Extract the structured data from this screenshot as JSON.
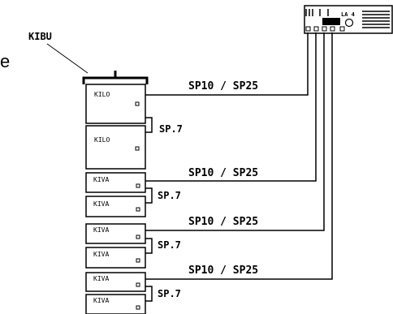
{
  "page": {
    "fragment_text": "e",
    "bracket_label": "KIBU"
  },
  "amplifier": {
    "model_label": "LA 4"
  },
  "speakers": [
    {
      "label": "KILO"
    },
    {
      "label": "KILO"
    },
    {
      "label": "KIVA"
    },
    {
      "label": "KIVA"
    },
    {
      "label": "KIVA"
    },
    {
      "label": "KIVA"
    },
    {
      "label": "KIVA"
    },
    {
      "label": "KIVA"
    }
  ],
  "cables": {
    "feeds": [
      {
        "label": "SP10 / SP25"
      },
      {
        "label": "SP10 / SP25"
      },
      {
        "label": "SP10 / SP25"
      },
      {
        "label": "SP10 / SP25"
      }
    ],
    "links": [
      {
        "label": "SP.7"
      },
      {
        "label": "SP.7"
      },
      {
        "label": "SP.7"
      },
      {
        "label": "SP.7"
      }
    ]
  }
}
